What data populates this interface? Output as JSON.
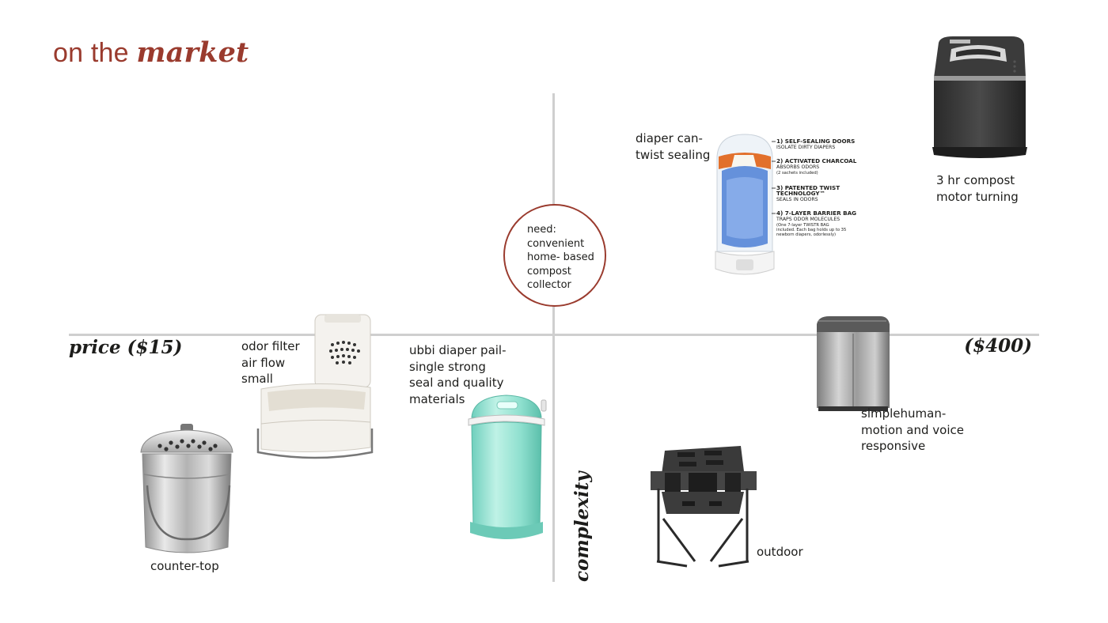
{
  "title": {
    "prefix": "on the",
    "emphasis": "market"
  },
  "axes": {
    "x_low_label": "price ($15)",
    "x_high_label": "($400)",
    "y_label": "complexity"
  },
  "need": {
    "text": "need:\nconvenient\nhome- based\ncompost\ncollector"
  },
  "products": {
    "counter_top": {
      "label": "counter-top"
    },
    "odor_filter": {
      "label": "odor filter\nair flow\nsmall"
    },
    "ubbi": {
      "label": "ubbi diaper pail-\nsingle strong\nseal and quality\nmaterials"
    },
    "diaper_can": {
      "label": "diaper can-\ntwist sealing",
      "callouts": [
        {
          "head": "1) SELF-SEALING DOORS",
          "sub": "ISOLATE DIRTY DIAPERS"
        },
        {
          "head": "2) ACTIVATED CHARCOAL",
          "sub": "ABSORBS ODORS",
          "sub2": "(2 sachets included)"
        },
        {
          "head": "3) PATENTED TWIST",
          "head2": "TECHNOLOGY™",
          "sub": "SEALS IN ODORS"
        },
        {
          "head": "4) 7-LAYER BARRIER BAG",
          "sub": "TRAPS ODOR MOLECULES",
          "sub2": "(One 7-layer TWISTR BAG",
          "sub3": "included. Each bag holds up to 35",
          "sub4": "newborn diapers, odorlessly)"
        }
      ]
    },
    "motor_composter": {
      "label": "3 hr compost\nmotor turning"
    },
    "simplehuman": {
      "label": "simplehuman-\nmotion and voice\nresponsive"
    },
    "outdoor": {
      "label": "outdoor"
    }
  },
  "colors": {
    "accent": "#9a3b2e",
    "axis": "#cfcfcf",
    "ubbi_mint": "#8fe0cf"
  }
}
